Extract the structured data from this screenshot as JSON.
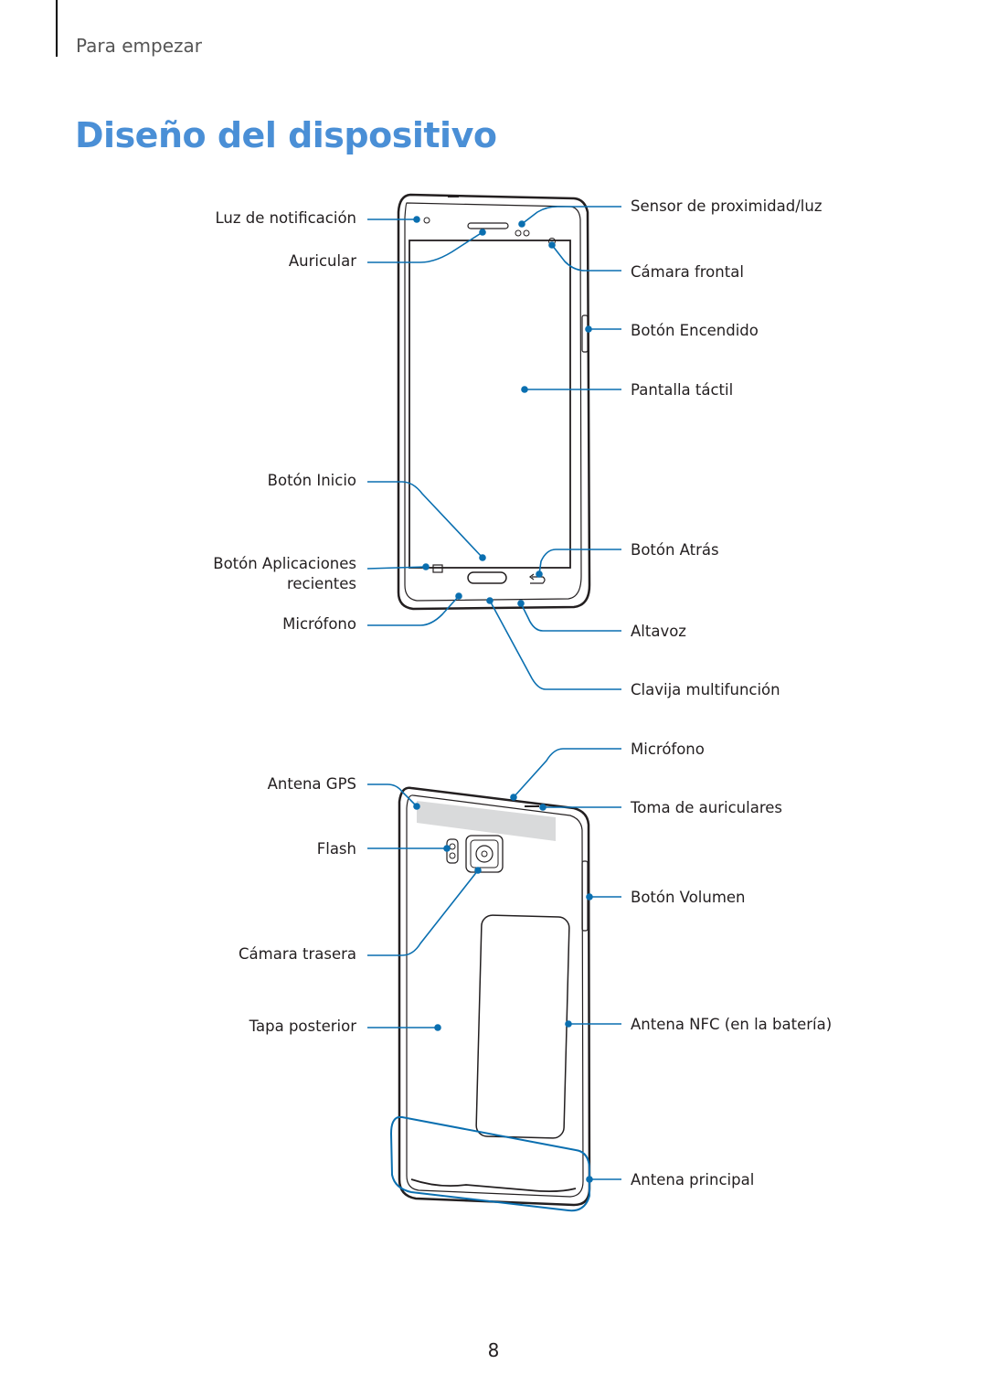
{
  "header": {
    "section": "Para empezar",
    "title": "Diseño del dispositivo"
  },
  "front": {
    "left_labels": {
      "notification_light": "Luz de notificación",
      "earpiece": "Auricular",
      "home_button": "Botón Inicio",
      "recent_apps_button": [
        "Botón Aplicaciones",
        "recientes"
      ],
      "microphone": "Micrófono"
    },
    "right_labels": {
      "proximity_sensor": "Sensor de proximidad/luz",
      "front_camera": "Cámara frontal",
      "power_button": "Botón Encendido",
      "touchscreen": "Pantalla táctil",
      "back_button": "Botón Atrás",
      "speaker": "Altavoz",
      "multipurpose_jack": "Clavija multifunción"
    }
  },
  "back": {
    "left_labels": {
      "gps_antenna": "Antena GPS",
      "flash": "Flash",
      "rear_camera": "Cámara trasera",
      "back_cover": "Tapa posterior"
    },
    "right_labels": {
      "microphone": "Micrófono",
      "headset_jack": "Toma de auriculares",
      "volume_button": "Botón Volumen",
      "nfc_antenna": "Antena NFC (en la batería)",
      "main_antenna": "Antena principal"
    }
  },
  "footer": {
    "page_number": "8"
  },
  "colors": {
    "title": "#4a8fd6",
    "callout": "#0a6fb0",
    "device_outline": "#231f20"
  }
}
